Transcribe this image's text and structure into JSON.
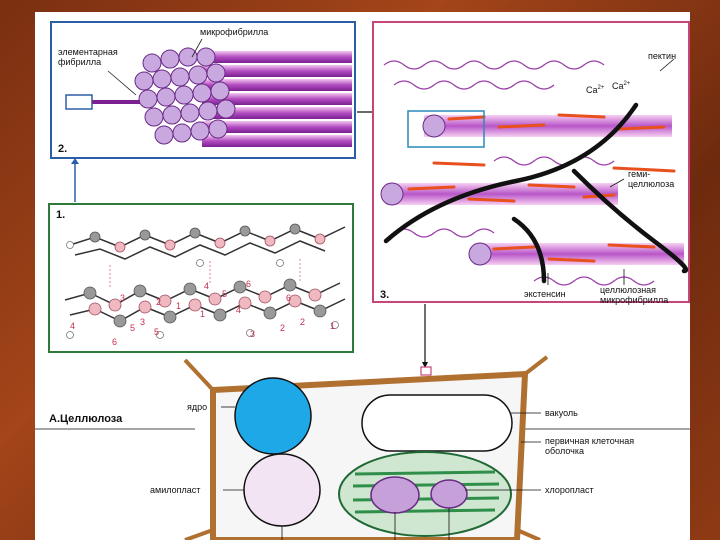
{
  "panel2": {
    "number": "2.",
    "label_elementary": [
      "элементарная",
      "фибрилла"
    ],
    "label_microfibril": "микрофибрилла"
  },
  "panel1": {
    "number": "1.",
    "ring_numbers": [
      "3",
      "2",
      "1",
      "4",
      "5",
      "6",
      "3",
      "2",
      "1",
      "4",
      "5",
      "6",
      "6",
      "3",
      "2",
      "1",
      "4",
      "5"
    ]
  },
  "panel3": {
    "number": "3.",
    "pectin": "пектин",
    "calcium_1": "Ca",
    "calcium_2": "Ca",
    "calcium_charge": "2+",
    "hemicellulose": [
      "геми-",
      "целлюлоза"
    ],
    "extensin": "экстенсин",
    "cellulose_microfibril": [
      "целлюлозная",
      "микрофибрилла"
    ]
  },
  "cell": {
    "title": "А.Целлюлоза",
    "nucleus": "ядро",
    "vacuole": "вакуоль",
    "primary_wall": [
      "первичная клеточная",
      "оболочка"
    ],
    "amyloplast": "амилопласт",
    "chloroplast": "хлоропласт"
  },
  "colors": {
    "panel_border_blue": "#2a5fa8",
    "panel_border_green": "#2f7a3a",
    "panel_border_pink": "#c8457a",
    "fibril_violet": "#9a3ea8",
    "cellulose_orange": "#e8501e",
    "nucleus": "#1ea8e8",
    "chloroplast": "#2f8f4a",
    "cell_wall": "#b07030"
  }
}
